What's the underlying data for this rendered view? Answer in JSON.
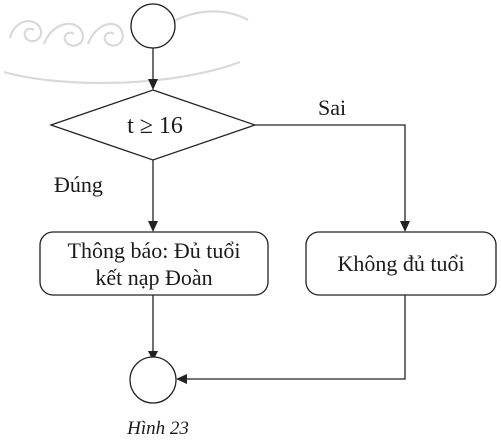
{
  "flowchart": {
    "condition": "t ≥ 16",
    "true_label": "Đúng",
    "false_label": "Sai",
    "true_action": {
      "line1": "Thông báo: Đủ tuổi",
      "line2": "kết nạp Đoàn"
    },
    "false_action": "Không đủ tuổi"
  },
  "caption": "Hình 23"
}
